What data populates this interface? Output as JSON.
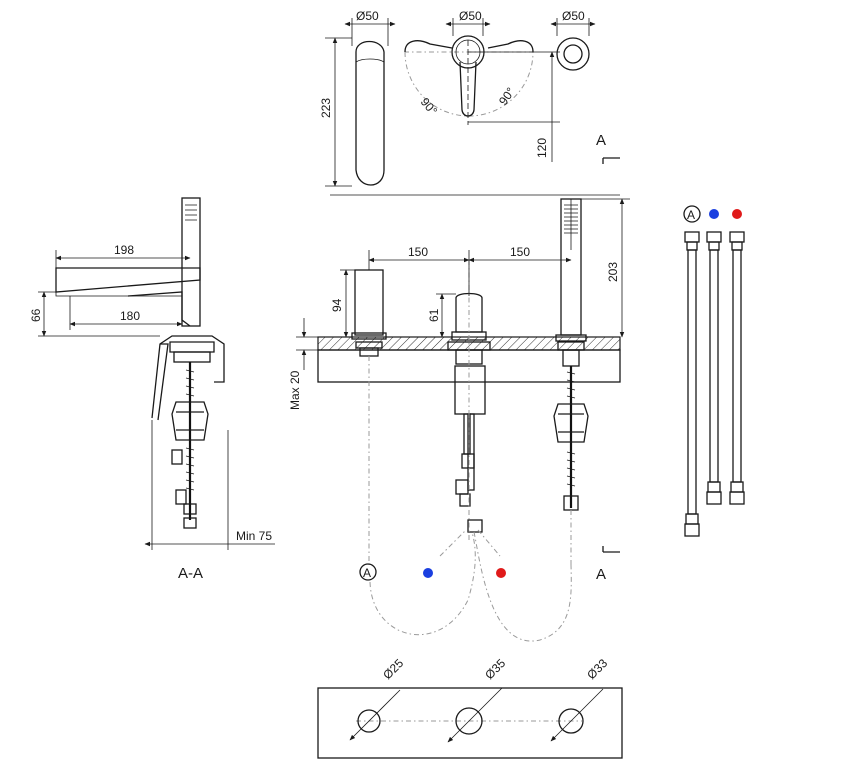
{
  "top_views": {
    "diam_side": "Ø50",
    "diam_top": "Ø50",
    "diam_ring": "Ø50",
    "height_side": "223",
    "angle_left": "90°",
    "angle_right": "90°",
    "height_top": "120",
    "section_mark_top": "A"
  },
  "side_section": {
    "dim_spout_length": "198",
    "dim_spout_reach": "180",
    "dim_spout_height": "66",
    "dim_min_depth": "Min 75",
    "section_label": "A-A"
  },
  "front_view": {
    "dim_spacing_left": "150",
    "dim_spacing_right": "150",
    "dim_height_shower": "203",
    "dim_height_spout": "94",
    "dim_height_mixer": "61",
    "dim_max_deck": "Max 20",
    "section_mark_bottom": "A",
    "legend_marker": "A"
  },
  "hoses_legend": {
    "marker": "A",
    "cold_color": "#1a3fe0",
    "hot_color": "#e01a1a"
  },
  "cutout_plan": {
    "hole_1": "Ø25",
    "hole_2": "Ø35",
    "hole_3": "Ø33"
  }
}
